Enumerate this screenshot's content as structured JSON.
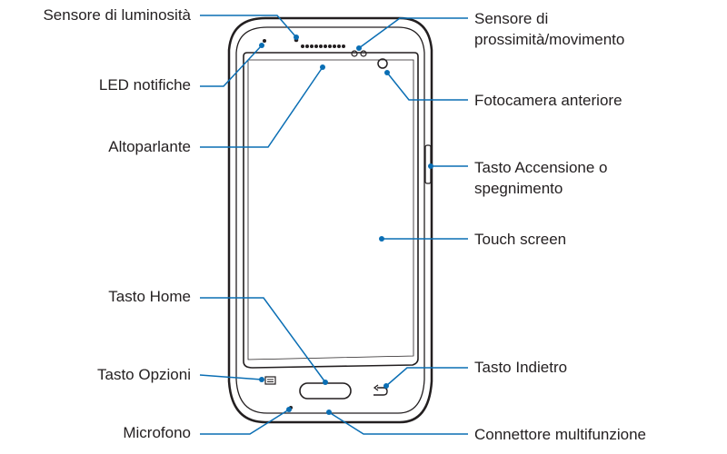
{
  "diagram": {
    "labels": {
      "light_sensor": "Sensore di luminosità",
      "led": "LED notifiche",
      "speaker": "Altoparlante",
      "home_key": "Tasto Home",
      "options_key": "Tasto Opzioni",
      "microphone": "Microfono",
      "proximity_line1": "Sensore di",
      "proximity_line2": "prossimità/movimento",
      "front_camera": "Fotocamera anteriore",
      "power_line1": "Tasto Accensione o",
      "power_line2": "spegnimento",
      "touch_screen": "Touch screen",
      "back_key": "Tasto Indietro",
      "multipurpose_jack": "Connettore multifunzione"
    },
    "colors": {
      "callout": "#0a6eb4",
      "outline": "#231f20",
      "text": "#231f20"
    }
  }
}
